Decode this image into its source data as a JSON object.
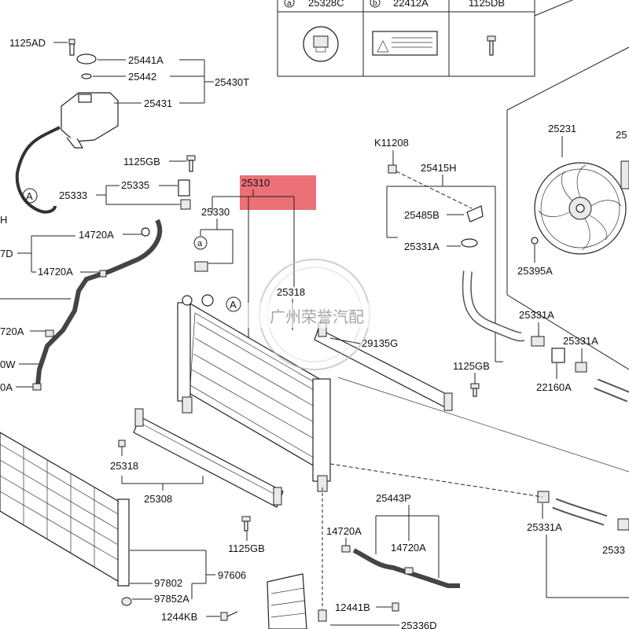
{
  "legend": {
    "codes": [
      {
        "marker": "a",
        "part": "25328C"
      },
      {
        "marker": "b",
        "part": "22412A"
      },
      {
        "marker": "",
        "part": "1125DB"
      }
    ]
  },
  "callouts": {
    "a": "A",
    "small_a": "a"
  },
  "labels": {
    "p_1125AD": "1125AD",
    "p_25441A": "25441A",
    "p_25442": "25442",
    "p_25430T": "25430T",
    "p_25431": "25431",
    "p_1125GB_top": "1125GB",
    "p_25335": "25335",
    "p_25333": "25333",
    "p_14720A_1": "14720A",
    "p_7D": "7D",
    "p_14720A_2": "14720A",
    "p_H": "H",
    "p_720A": "720A",
    "p_0W": "0W",
    "p_0A": "0A",
    "p_25310": "25310",
    "p_25330": "25330",
    "p_25318_top": "25318",
    "p_29135G": "29135G",
    "p_1125GB_mid": "1125GB",
    "p_25318_bot": "25318",
    "p_25308": "25308",
    "p_1125GB_bot": "1125GB",
    "p_97802": "97802",
    "p_97606": "97606",
    "p_97852A": "97852A",
    "p_1244KB": "1244KB",
    "p_K11208": "K11208",
    "p_25415H": "25415H",
    "p_25485B": "25485B",
    "p_25331A_1": "25331A",
    "p_25331A_2": "25331A",
    "p_25331A_3": "25331A",
    "p_22160A": "22160A",
    "p_25231": "25231",
    "p_25395A": "25395A",
    "p_25443P": "25443P",
    "p_14720A_3": "14720A",
    "p_14720A_4": "14720A",
    "p_12441B": "12441B",
    "p_25336D": "25336D",
    "p_25331A_4": "25331A",
    "p_2533x": "2533",
    "p_25x": "25"
  },
  "watermark": {
    "text": "广州荣誉汽配"
  },
  "colors": {
    "highlight": "#e8585e",
    "line": "#222222"
  }
}
